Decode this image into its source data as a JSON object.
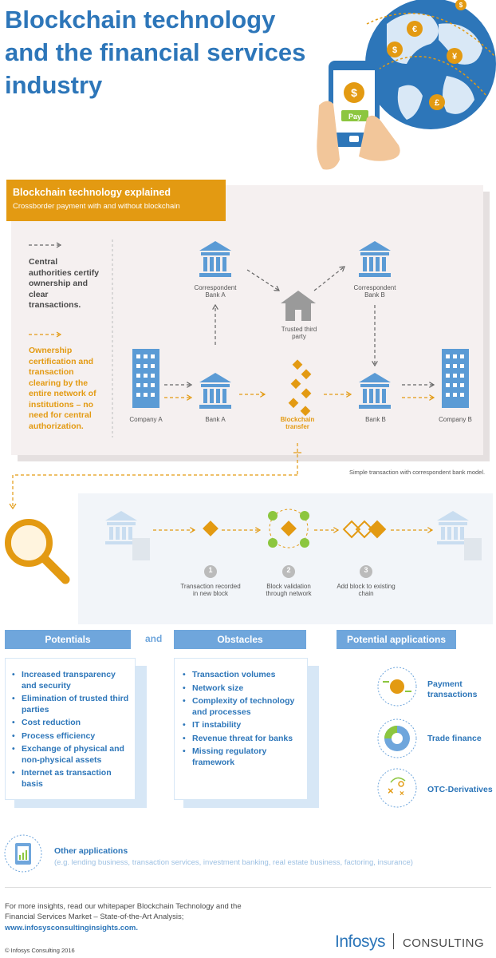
{
  "title": "Blockchain technology and the financial services industry",
  "hero": {
    "pay_label": "Pay",
    "dollar": "$",
    "coins": [
      "€",
      "$",
      "¥",
      "£",
      "$"
    ]
  },
  "explained": {
    "heading": "Blockchain technology explained",
    "subheading": "Crossborder payment with and without blockchain",
    "legend_central": "Central authorities certify ownership and clear transactions.",
    "legend_network": "Ownership certification and transaction clearing by the entire network of institutions – no need for central authorization.",
    "nodes": {
      "correspondent_a": "Correspondent Bank A",
      "correspondent_b": "Correspondent Bank B",
      "trusted": "Trusted third party",
      "company_a": "Company A",
      "bank_a": "Bank A",
      "blockchain": "Blockchain transfer",
      "bank_b": "Bank B",
      "company_b": "Company B"
    },
    "caption": "Simple transaction with correspondent bank model."
  },
  "steps": [
    {
      "num": "1",
      "label": "Transaction recorded in new block"
    },
    {
      "num": "2",
      "label": "Block validation through network"
    },
    {
      "num": "3",
      "label": "Add block to existing chain"
    }
  ],
  "potentials": {
    "heading": "Potentials",
    "items": [
      "Increased transparency and security",
      "Elimination of trusted third parties",
      "Cost reduction",
      "Process efficiency",
      "Exchange of physical and non-physical assets",
      "Internet as transaction basis"
    ]
  },
  "and_label": "and",
  "obstacles": {
    "heading": "Obstacles",
    "items": [
      "Transaction volumes",
      "Network size",
      "Complexity of technology and processes",
      "IT instability",
      "Revenue threat for banks",
      "Missing regulatory framework"
    ]
  },
  "applications": {
    "heading": "Potential applications",
    "items": [
      "Payment transactions",
      "Trade finance",
      "OTC-Derivatives"
    ]
  },
  "other": {
    "title": "Other applications",
    "subtitle": "(e.g. lending business, transaction services, investment banking, real estate business, factoring, insurance)"
  },
  "footer": {
    "text": "For more insights, read our whitepaper Blockchain Technology and the Financial Services Market – State-of-the-Art Analysis;",
    "link": "www.infosysconsultinginsights.com.",
    "copyright": "© Infosys Consulting 2016",
    "logo_left": "Infosys",
    "logo_right": "CONSULTING"
  },
  "colors": {
    "blue": "#2d76b9",
    "light_blue": "#6fa6dc",
    "orange": "#e39a12",
    "panel": "#f5f0f0"
  }
}
